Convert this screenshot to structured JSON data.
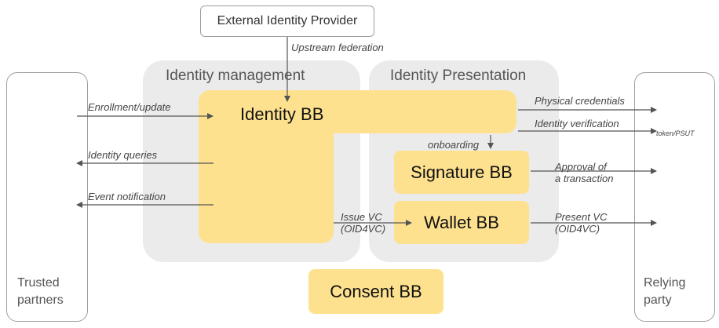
{
  "nodes": {
    "external_idp": "External Identity Provider",
    "trusted_partners_line1": "Trusted",
    "trusted_partners_line2": "partners",
    "relying_party_line1": "Relying",
    "relying_party_line2": "party",
    "identity_management": "Identity management",
    "identity_presentation": "Identity Presentation",
    "identity_bb": "Identity BB",
    "signature_bb": "Signature BB",
    "wallet_bb": "Wallet BB",
    "consent_bb": "Consent BB"
  },
  "edges": {
    "upstream_federation": "Upstream federation",
    "enrollment_update": "Enrollment/update",
    "identity_queries": "Identity queries",
    "event_notification": "Event notification",
    "physical_credentials": "Physical credentials",
    "identity_verification": "Identity verification",
    "token_psut": "token/PSUT",
    "onboarding": "onboarding",
    "approval_line1": "Approval of",
    "approval_line2": "a transaction",
    "issue_vc_line1": "Issue VC",
    "issue_vc_line2": "(OID4VC)",
    "present_vc_line1": "Present VC",
    "present_vc_line2": "(OID4VC)"
  },
  "colors": {
    "bb_fill": "#fde18f",
    "zone_fill": "#ebebeb",
    "outline": "#9e9e9e",
    "arrow": "#555555"
  }
}
